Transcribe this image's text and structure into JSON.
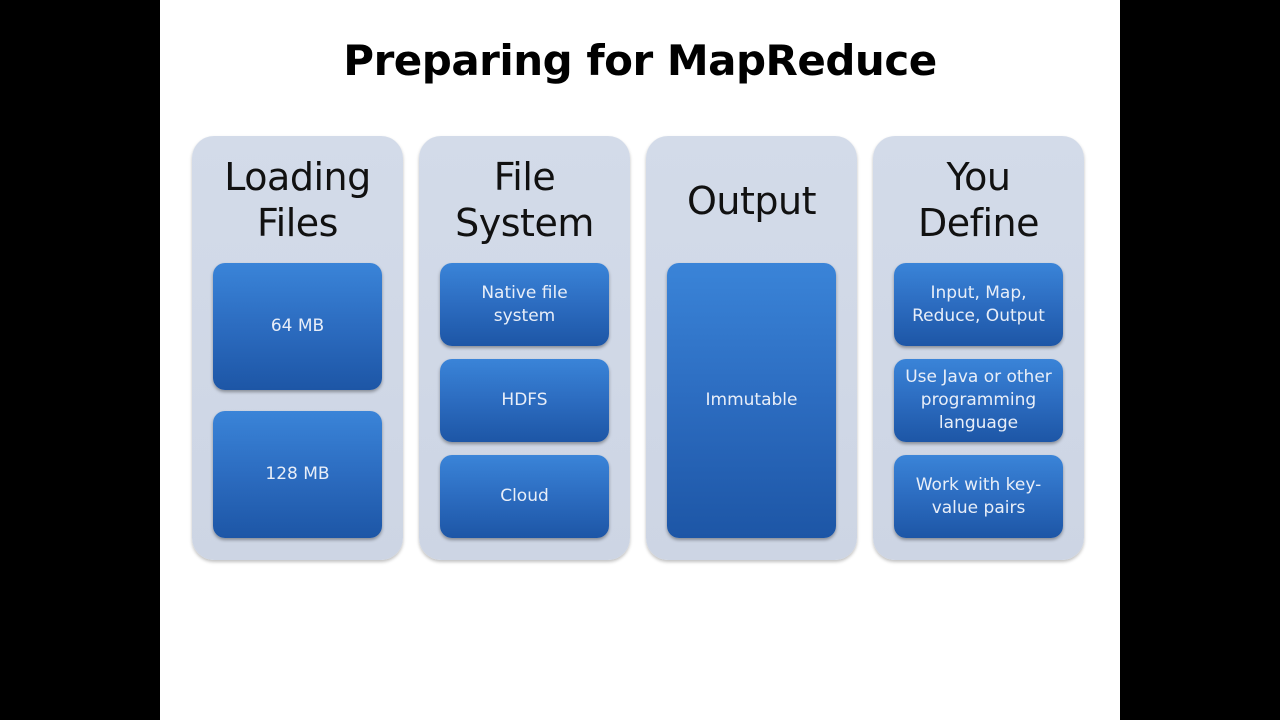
{
  "slide": {
    "title": "Preparing for MapReduce",
    "columns": [
      {
        "heading_line1": "Loading",
        "heading_line2": "Files",
        "items": [
          "64 MB",
          "128 MB"
        ]
      },
      {
        "heading_line1": "File",
        "heading_line2": "System",
        "items": [
          "Native file system",
          "HDFS",
          "Cloud"
        ]
      },
      {
        "heading_line1": "Output",
        "heading_line2": "",
        "items": [
          "Immutable"
        ]
      },
      {
        "heading_line1": "You",
        "heading_line2": "Define",
        "items": [
          "Input, Map, Reduce, Output",
          "Use Java or other programming language",
          "Work with key-value pairs"
        ]
      }
    ]
  },
  "colors": {
    "panel": "#d0d8e7",
    "box_top": "#3a84d8",
    "box_bottom": "#1d56a6",
    "background_bars": "#000000"
  }
}
